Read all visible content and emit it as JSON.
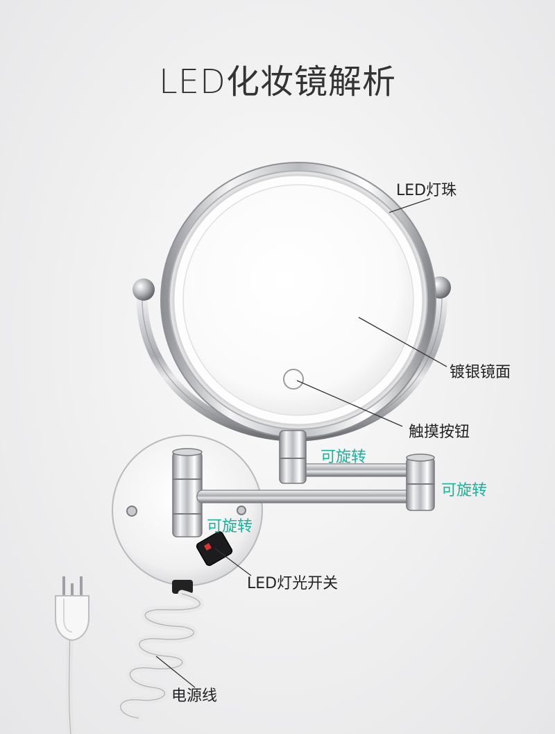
{
  "title": "LED化妆镜解析",
  "labels": {
    "led_beads": "LED灯珠",
    "silver_mirror": "镀银镜面",
    "touch_button": "触摸按钮",
    "rotate_1": "可旋转",
    "rotate_2": "可旋转",
    "rotate_3": "可旋转",
    "light_switch": "LED灯光开关",
    "power_cord": "电源线"
  },
  "colors": {
    "rotate_label": "#19b49a",
    "text": "#222222"
  }
}
